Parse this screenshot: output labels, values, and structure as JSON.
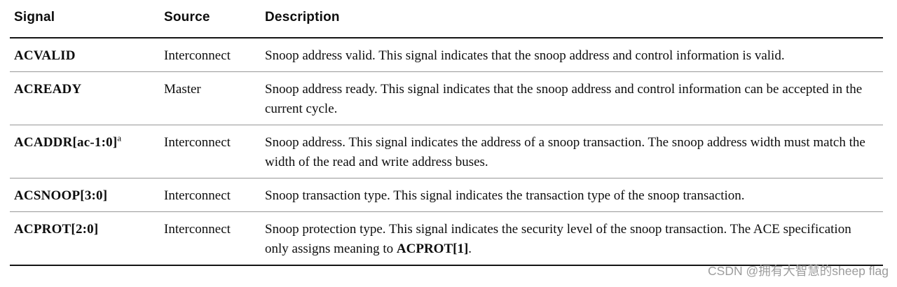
{
  "table": {
    "columns": [
      "Signal",
      "Source",
      "Description"
    ],
    "rows": [
      {
        "signal": "ACVALID",
        "signal_sup": "",
        "source": "Interconnect",
        "description": [
          {
            "text": "Snoop address valid. This signal indicates that the snoop address and control information is valid.",
            "bold": false
          }
        ]
      },
      {
        "signal": "ACREADY",
        "signal_sup": "",
        "source": "Master",
        "description": [
          {
            "text": "Snoop address ready. This signal indicates that the snoop address and control information can be accepted in the current cycle.",
            "bold": false
          }
        ]
      },
      {
        "signal": "ACADDR[ac-1:0]",
        "signal_sup": "a",
        "source": "Interconnect",
        "description": [
          {
            "text": "Snoop address. This signal indicates the address of a snoop transaction. The snoop address width must match the width of the read and write address buses.",
            "bold": false
          }
        ]
      },
      {
        "signal": "ACSNOOP[3:0]",
        "signal_sup": "",
        "source": "Interconnect",
        "description": [
          {
            "text": "Snoop transaction type. This signal indicates the transaction type of the snoop transaction.",
            "bold": false
          }
        ]
      },
      {
        "signal": "ACPROT[2:0]",
        "signal_sup": "",
        "source": "Interconnect",
        "description": [
          {
            "text": "Snoop protection type. This signal indicates the security level of the snoop transaction. The ACE specification only assigns meaning to ",
            "bold": false
          },
          {
            "text": "ACPROT[1]",
            "bold": true
          },
          {
            "text": ".",
            "bold": false
          }
        ]
      }
    ]
  },
  "watermark": "CSDN @拥有大智慧的sheep flag",
  "colors": {
    "text": "#0d0d0d",
    "heavy_rule": "#141414",
    "row_separator": "#989898",
    "watermark_gray": "#9c9c9c",
    "background": "#ffffff"
  }
}
